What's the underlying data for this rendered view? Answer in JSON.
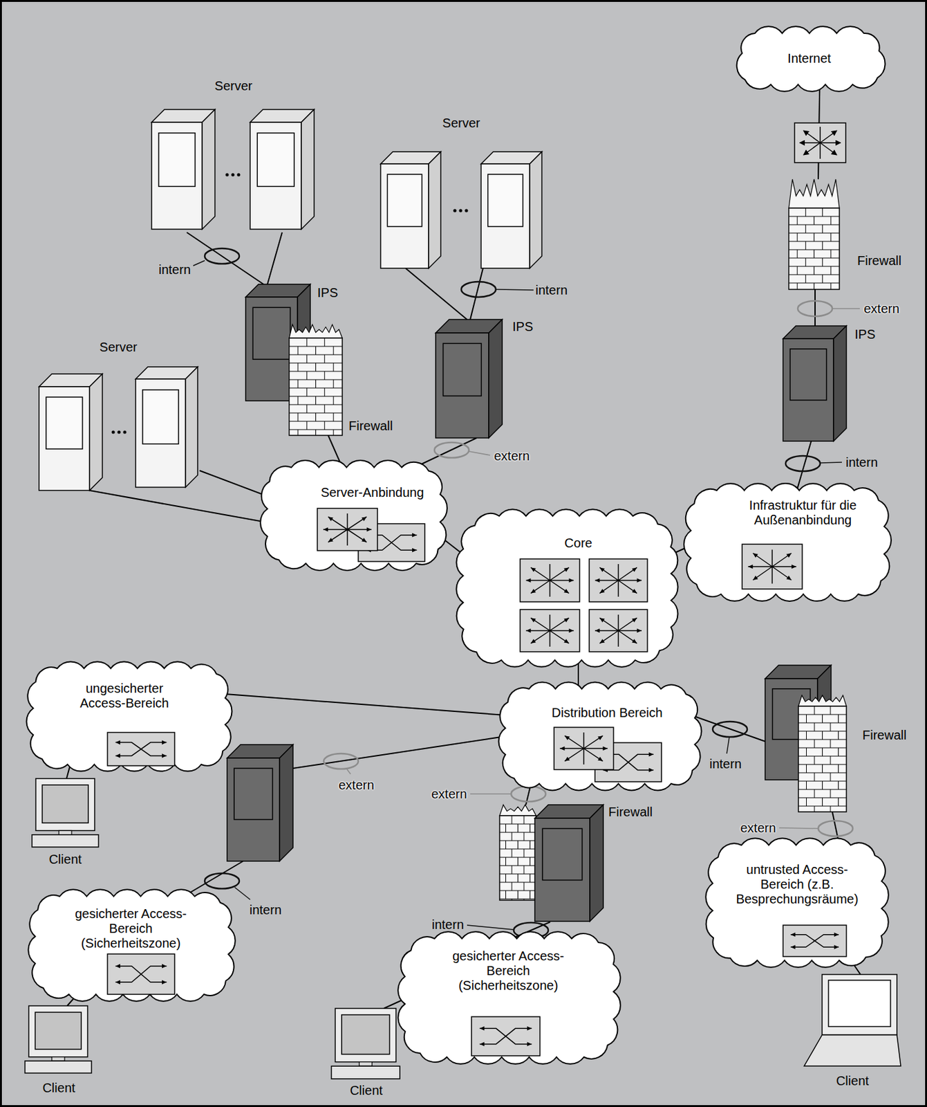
{
  "diagram": {
    "nodes": [
      {
        "text": [
          "Internet"
        ]
      },
      {
        "text": [
          "Server"
        ]
      },
      {
        "text": [
          "Server"
        ]
      },
      {
        "text": [
          "Firewall"
        ]
      },
      {
        "text": [
          "IPS",
          "Firewall"
        ]
      },
      {
        "text": [
          "IPS"
        ]
      },
      {
        "text": [
          "IPS"
        ]
      },
      {
        "text": [
          "Server"
        ]
      },
      {
        "text": [
          "Server-Anbindung"
        ]
      },
      {
        "text": [
          "Infrastruktur für die Außenanbindung"
        ]
      },
      {
        "text": [
          "Core"
        ]
      },
      {
        "text": [
          "ungesicherter Access-Bereich"
        ]
      },
      {
        "text": [
          "Firewall"
        ]
      },
      {
        "text": [
          "Distribution Bereich"
        ]
      },
      {
        "text": [
          "Client"
        ]
      },
      {
        "text": [
          "Firewall"
        ]
      },
      {
        "text": [
          "untrusted Access-Bereich (z.B. Besprechungsräume)"
        ]
      },
      {
        "text": [
          "gesicherter Access-Bereich (Sicherheitszone)"
        ]
      },
      {
        "text": [
          "gesicherter Access-Bereich (Sicherheitszone)"
        ]
      },
      {
        "text": [
          "Client"
        ]
      },
      {
        "text": [
          "Client"
        ]
      },
      {
        "text": [
          "Client"
        ]
      }
    ],
    "edges": [
      {
        "from": 0,
        "to": 3,
        "arrow": "none"
      },
      {
        "from": 3,
        "to": 6,
        "arrow": "none"
      },
      {
        "from": 6,
        "to": 9,
        "arrow": "none"
      },
      {
        "from": 9,
        "to": 10,
        "arrow": "none"
      },
      {
        "from": 10,
        "to": 8,
        "arrow": "none"
      },
      {
        "from": 10,
        "to": 13,
        "arrow": "none"
      },
      {
        "from": 8,
        "to": 4,
        "arrow": "none"
      },
      {
        "from": 1,
        "to": 4,
        "arrow": "none"
      },
      {
        "from": 2,
        "to": 5,
        "arrow": "none"
      },
      {
        "from": 5,
        "to": 8,
        "arrow": "none"
      },
      {
        "from": 7,
        "to": 8,
        "arrow": "none"
      },
      {
        "from": 13,
        "to": 11,
        "arrow": "none"
      },
      {
        "from": 11,
        "to": 14,
        "arrow": "none"
      },
      {
        "from": 13,
        "to": 17,
        "arrow": "none"
      },
      {
        "from": 17,
        "to": 19,
        "arrow": "none"
      },
      {
        "from": 13,
        "to": 15,
        "arrow": "none"
      },
      {
        "from": 15,
        "to": 18,
        "arrow": "none"
      },
      {
        "from": 18,
        "to": 20,
        "arrow": "none"
      },
      {
        "from": 13,
        "to": 12,
        "arrow": "none"
      },
      {
        "from": 12,
        "to": 16,
        "arrow": "none"
      },
      {
        "from": 16,
        "to": 21,
        "arrow": "none"
      }
    ],
    "labels": [
      "intern",
      "intern",
      "extern",
      "extern",
      "intern",
      "intern",
      "extern",
      "extern",
      "extern",
      "intern",
      "intern"
    ]
  }
}
